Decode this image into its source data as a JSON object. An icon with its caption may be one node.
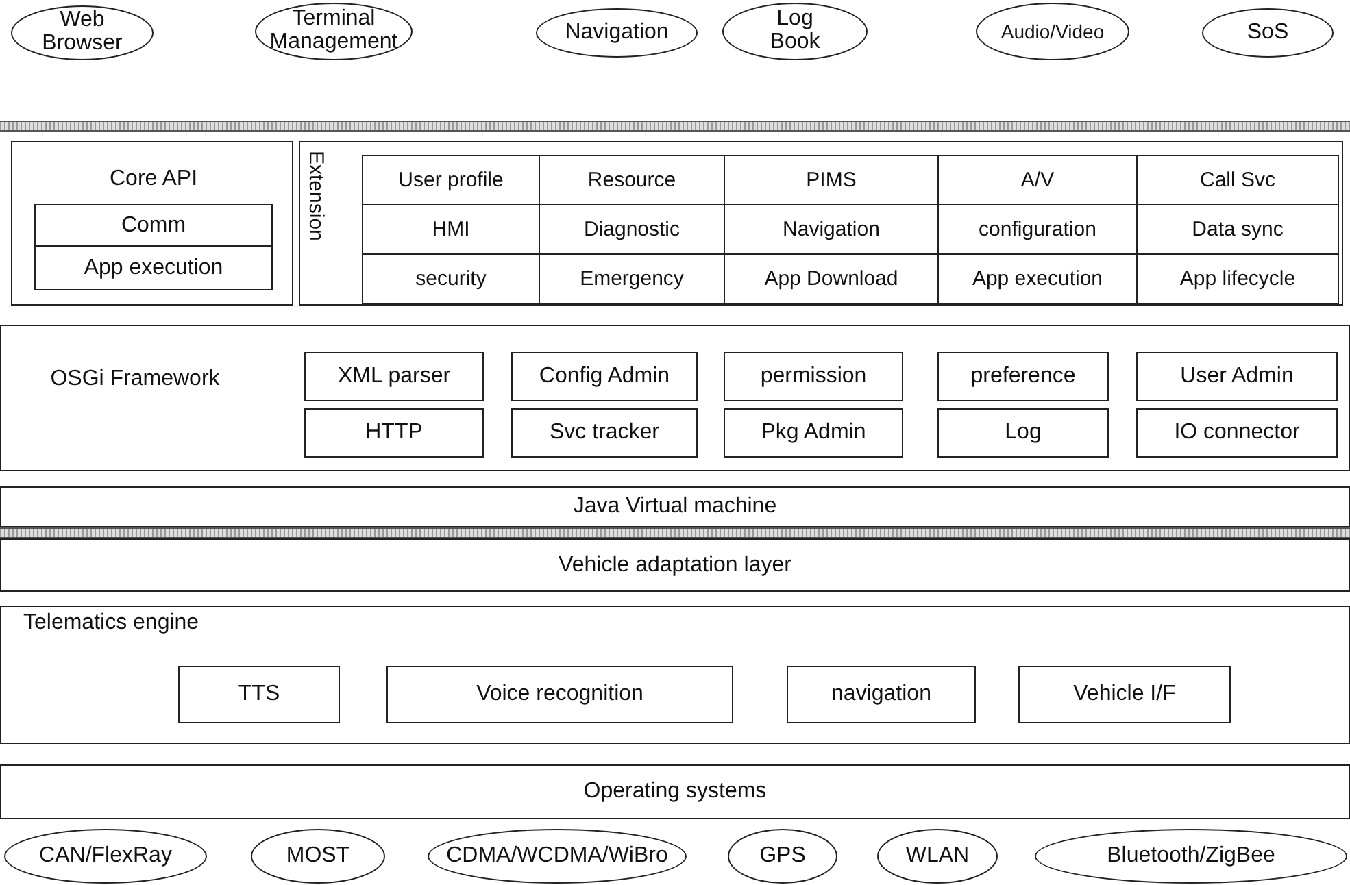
{
  "diagram": {
    "nodes": [
      {
        "text": [
          "Web Browser"
        ]
      },
      {
        "text": [
          "Terminal Management"
        ]
      },
      {
        "text": [
          "Navigation"
        ]
      },
      {
        "text": [
          "Log Book"
        ]
      },
      {
        "text": [
          "Audio/Video"
        ]
      },
      {
        "text": [
          "SoS"
        ]
      },
      {
        "text": [
          "Core API"
        ]
      },
      {
        "text": [
          "Comm"
        ],
        "in": 6
      },
      {
        "text": [
          "App execution"
        ],
        "in": 6
      },
      {
        "text": [
          "Extension"
        ]
      },
      {
        "text": [
          "User profile"
        ],
        "in": 9
      },
      {
        "text": [
          "Resource"
        ],
        "in": 9
      },
      {
        "text": [
          "PIMS"
        ],
        "in": 9
      },
      {
        "text": [
          "A/V"
        ],
        "in": 9
      },
      {
        "text": [
          "Call Svc"
        ],
        "in": 9
      },
      {
        "text": [
          "HMI"
        ],
        "in": 9
      },
      {
        "text": [
          "Diagnostic"
        ],
        "in": 9
      },
      {
        "text": [
          "Navigation"
        ],
        "in": 9
      },
      {
        "text": [
          "configuration"
        ],
        "in": 9
      },
      {
        "text": [
          "Data sync"
        ],
        "in": 9
      },
      {
        "text": [
          "security"
        ],
        "in": 9
      },
      {
        "text": [
          "Emergency"
        ],
        "in": 9
      },
      {
        "text": [
          "App Download"
        ],
        "in": 9
      },
      {
        "text": [
          "App execution"
        ],
        "in": 9
      },
      {
        "text": [
          "App lifecycle"
        ],
        "in": 9
      },
      {
        "text": [
          "OSGi Framework"
        ]
      },
      {
        "text": [
          "XML parser"
        ],
        "in": 25
      },
      {
        "text": [
          "Config Admin"
        ],
        "in": 25
      },
      {
        "text": [
          "permission"
        ],
        "in": 25
      },
      {
        "text": [
          "preference"
        ],
        "in": 25
      },
      {
        "text": [
          "User Admin"
        ],
        "in": 25
      },
      {
        "text": [
          "HTTP"
        ],
        "in": 25
      },
      {
        "text": [
          "Svc tracker"
        ],
        "in": 25
      },
      {
        "text": [
          "Pkg Admin"
        ],
        "in": 25
      },
      {
        "text": [
          "Log"
        ],
        "in": 25
      },
      {
        "text": [
          "IO connector"
        ],
        "in": 25
      },
      {
        "text": [
          "Java Virtual machine"
        ]
      },
      {
        "text": [
          "Vehicle adaptation layer"
        ]
      },
      {
        "text": [
          "Telematics engine"
        ]
      },
      {
        "text": [
          "TTS"
        ],
        "in": 38
      },
      {
        "text": [
          "Voice recognition"
        ],
        "in": 38
      },
      {
        "text": [
          "navigation"
        ],
        "in": 38
      },
      {
        "text": [
          "Vehicle I/F"
        ],
        "in": 38
      },
      {
        "text": [
          "Operating systems"
        ]
      },
      {
        "text": [
          "CAN/FlexRay"
        ]
      },
      {
        "text": [
          "MOST"
        ]
      },
      {
        "text": [
          "CDMA/WCDMA/WiBro"
        ]
      },
      {
        "text": [
          "GPS"
        ]
      },
      {
        "text": [
          "WLAN"
        ]
      },
      {
        "text": [
          "Bluetooth/ZigBee"
        ]
      }
    ]
  }
}
